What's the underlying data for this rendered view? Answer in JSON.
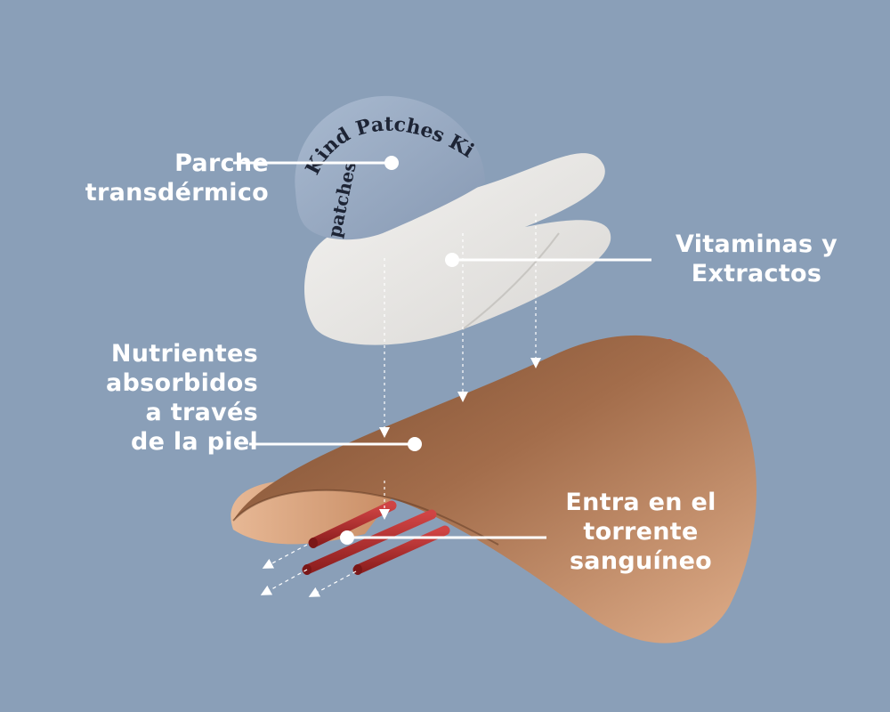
{
  "brand": {
    "name": "Kind Patches",
    "curved_text": "Kind Patches Ki",
    "side_text": "patches"
  },
  "labels": {
    "patch": {
      "lines": [
        "Parche",
        "transdérmico"
      ]
    },
    "vitamins": {
      "lines": [
        "Vitaminas y",
        "Extractos"
      ]
    },
    "nutrients": {
      "lines": [
        "Nutrientes",
        "absorbidos",
        "a través",
        "de la piel"
      ]
    },
    "blood": {
      "lines": [
        "Entra en el",
        "torrente",
        "sanguíneo"
      ]
    }
  },
  "colors": {
    "background": "#8a9fb8",
    "patch": "#9fb0c6",
    "vitamin_layer": "#e9e7e4",
    "skin_light": "#e2b08c",
    "skin_dark": "#8a5a3c",
    "blood_vessel": "#b02a2a",
    "leader_line": "#ffffff"
  }
}
